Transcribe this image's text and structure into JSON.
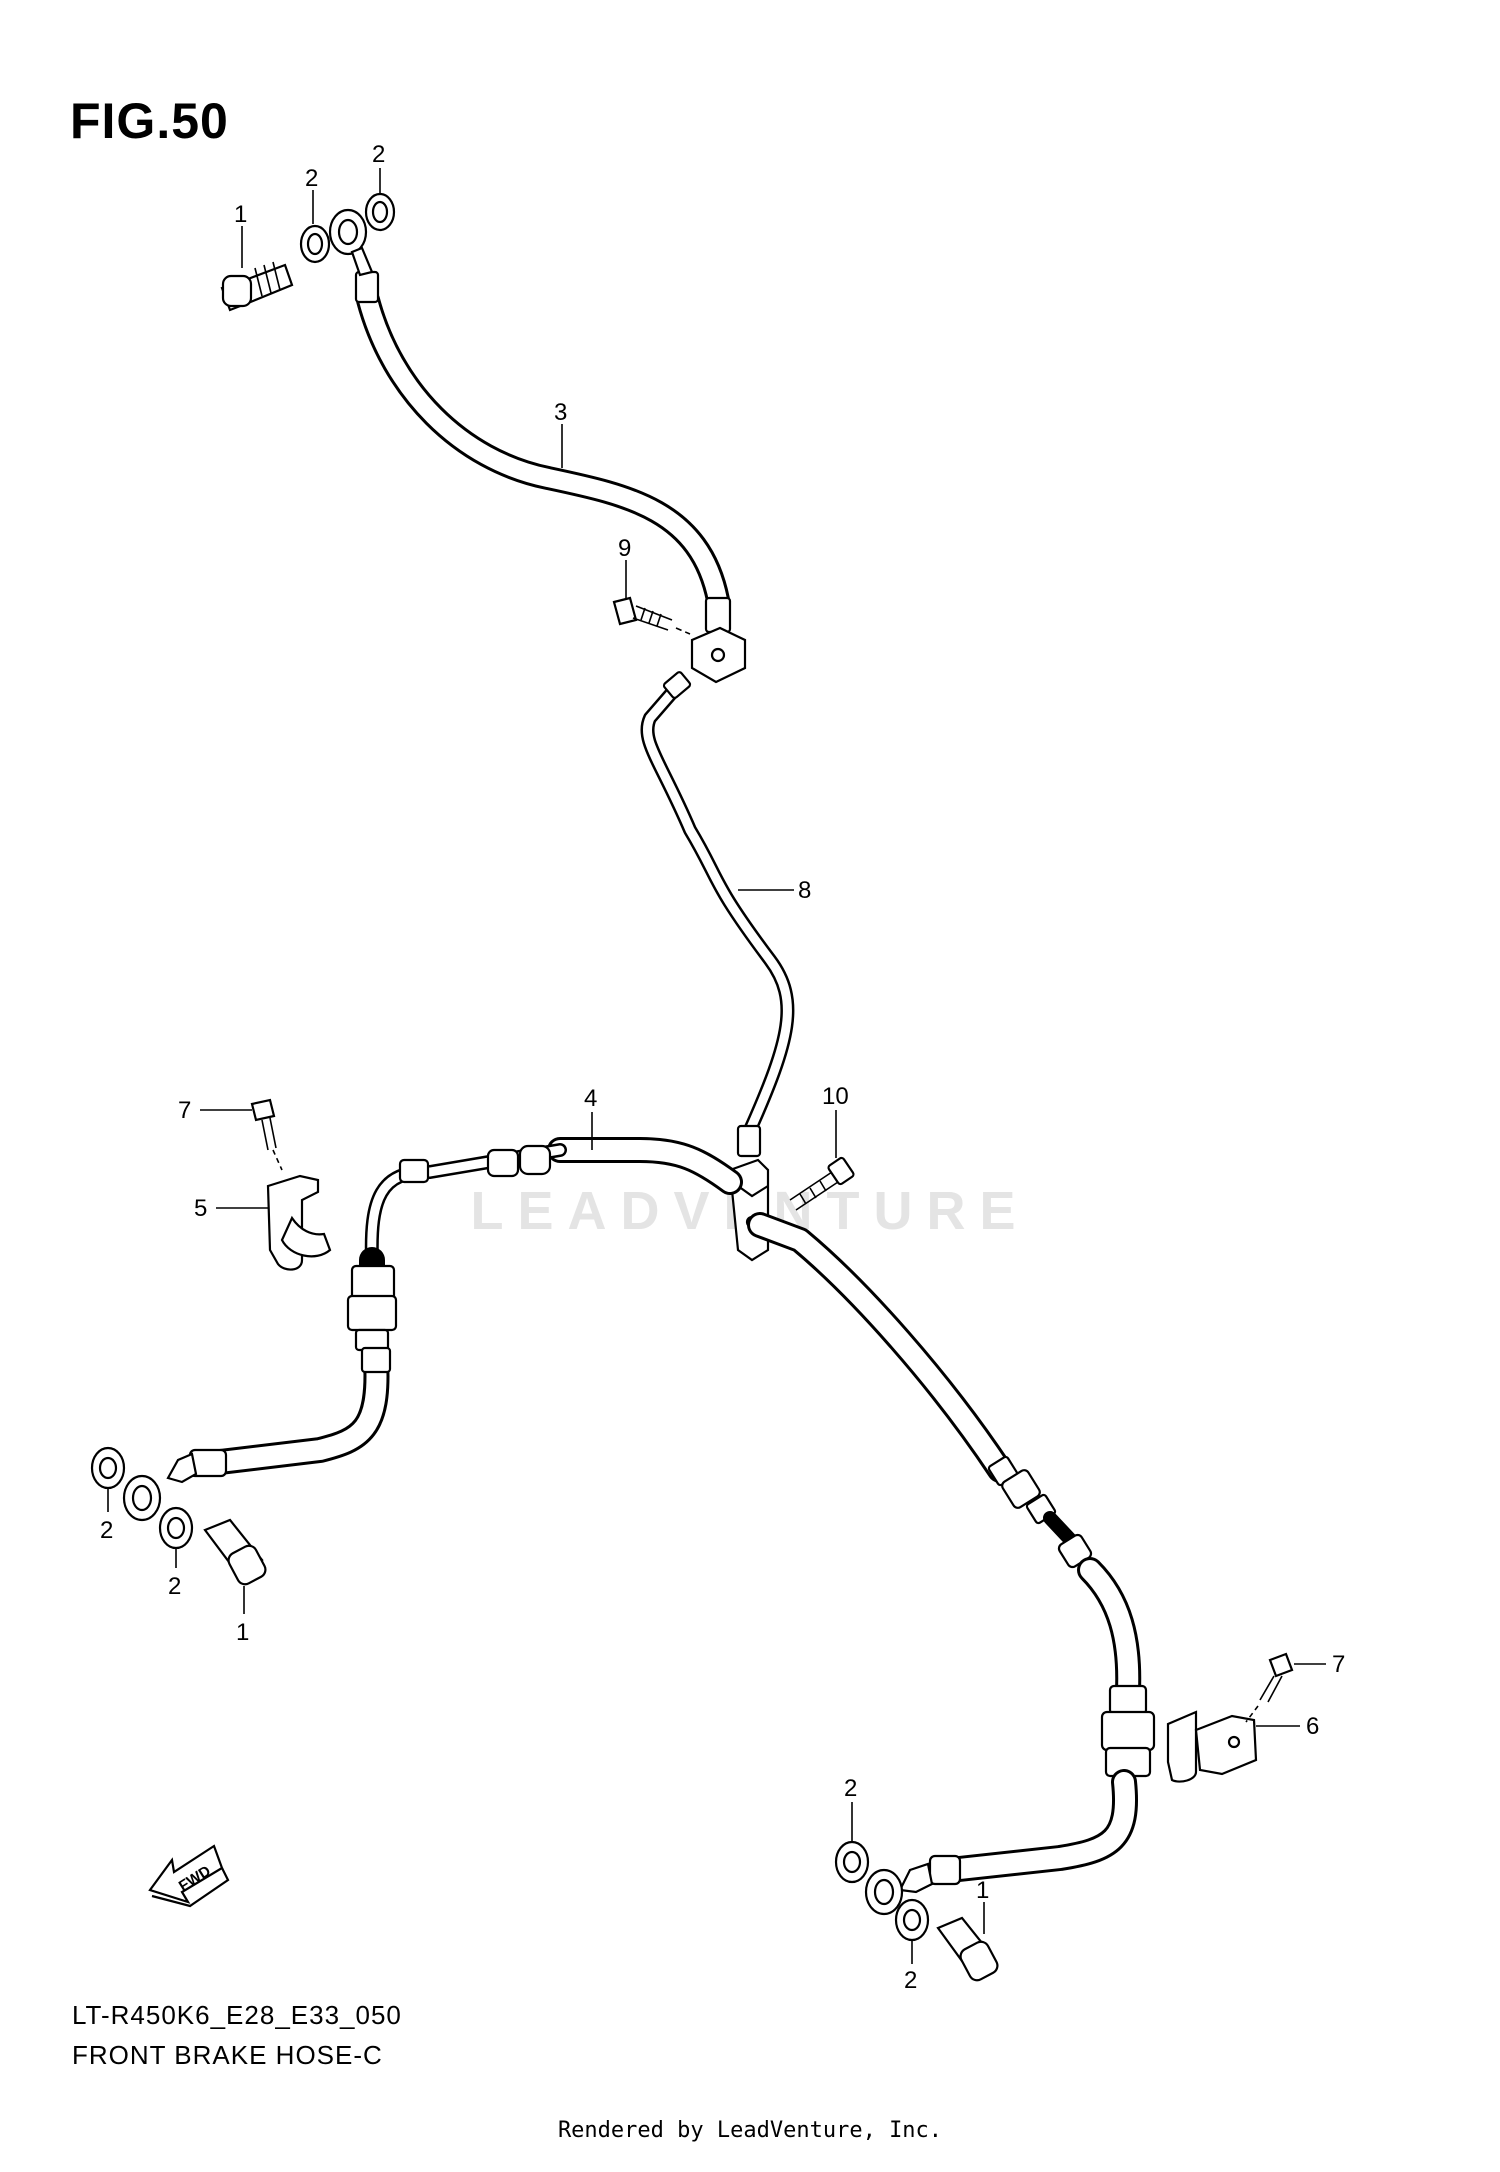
{
  "figure": {
    "title": "FIG.50",
    "model_code": "LT-R450K6_E28_E33_050",
    "name": "FRONT BRAKE HOSE-C",
    "credit": "Rendered by LeadVenture, Inc.",
    "watermark": "LEADVENTURE",
    "direction_badge": "FWD"
  },
  "callouts": {
    "c1a": "1",
    "c2a": "2",
    "c2b": "2",
    "c3": "3",
    "c9": "9",
    "c8": "8",
    "c4": "4",
    "c10": "10",
    "c7a": "7",
    "c5": "5",
    "c2c": "2",
    "c2d": "2",
    "c1b": "1",
    "c7b": "7",
    "c6": "6",
    "c2e": "2",
    "c2f": "2",
    "c1c": "1"
  }
}
